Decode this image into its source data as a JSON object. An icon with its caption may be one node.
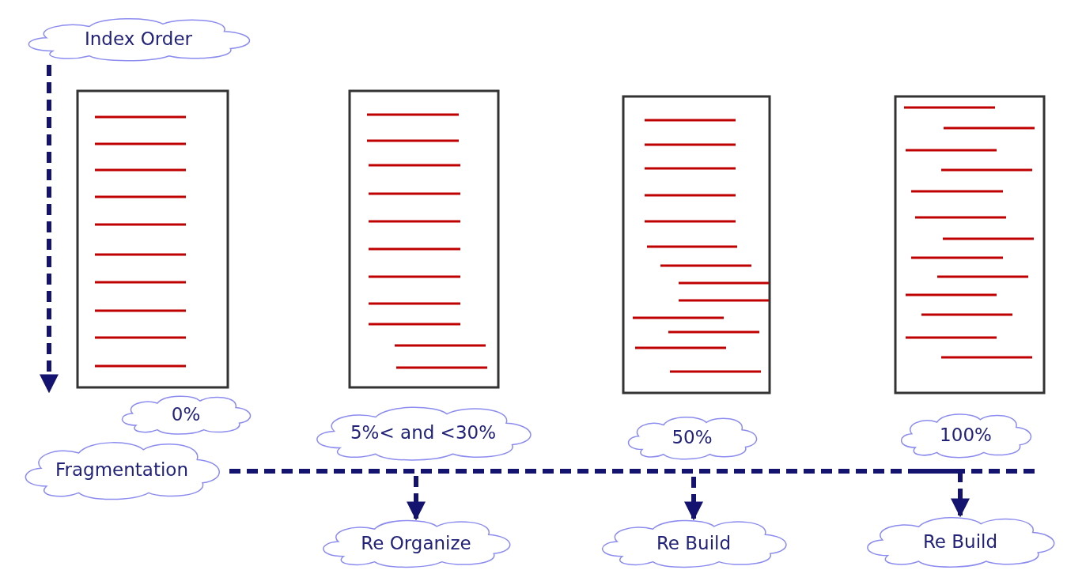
{
  "diagram": {
    "nodes": [
      {
        "text": [
          "Index Order"
        ]
      },
      {
        "text": [
          "0%"
        ]
      },
      {
        "text": [
          "5%< and <30%"
        ]
      },
      {
        "text": [
          "50%"
        ]
      },
      {
        "text": [
          "100%"
        ]
      },
      {
        "text": [
          "Fragmentation"
        ]
      },
      {
        "text": [
          "Re Organize"
        ]
      },
      {
        "text": [
          "Re Build"
        ]
      },
      {
        "text": [
          "Re Build"
        ]
      }
    ],
    "edges": [
      {
        "from": 5,
        "to": 6,
        "arrow": "to",
        "style": "dashed"
      },
      {
        "from": 5,
        "to": 7,
        "arrow": "to",
        "style": "dashed"
      },
      {
        "from": 5,
        "to": 8,
        "arrow": "to",
        "style": "dashed"
      }
    ]
  }
}
